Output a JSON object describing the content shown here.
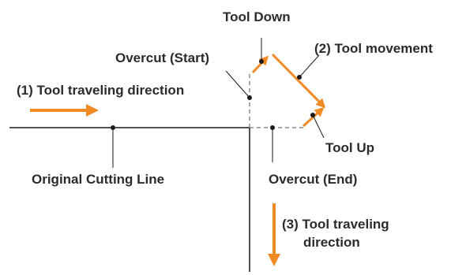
{
  "labels": {
    "tool_down": "Tool Down",
    "overcut_start": "Overcut (Start)",
    "tool_movement": "(2) Tool movement",
    "tool_traveling_1": "(1) Tool traveling direction",
    "tool_up": "Tool Up",
    "original_cutting_line": "Original Cutting Line",
    "overcut_end": "Overcut (End)",
    "tool_traveling_3_line1": "(3) Tool traveling",
    "tool_traveling_3_line2": "direction"
  },
  "colors": {
    "arrow": "#f08a24",
    "line": "#1a1a1a",
    "dashed": "#8c8c8c",
    "text": "#2b2b2b"
  }
}
